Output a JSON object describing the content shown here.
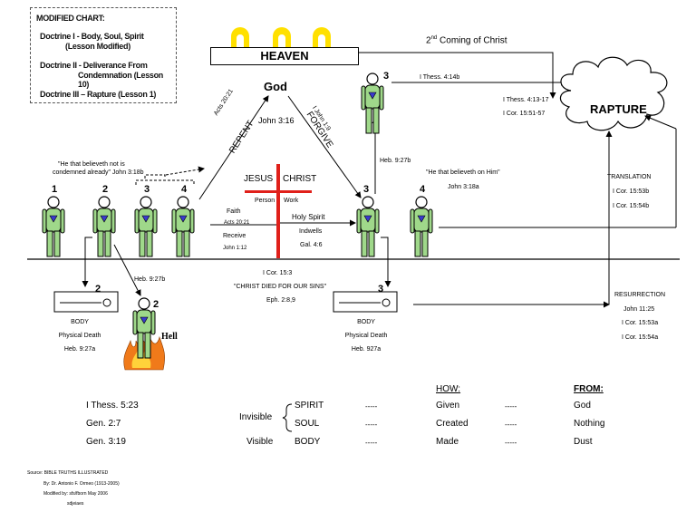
{
  "legend": {
    "title": "MODIFIED CHART:",
    "d1a": "Doctrine I - Body, Soul, Spirit",
    "d1b": "(Lesson Modified)",
    "d2a": "Doctrine II - Deliverance From",
    "d2b": "Condemnation (Lesson 10)",
    "d3": "Doctrine III – Rapture (Lesson 1)"
  },
  "heaven": "HEAVEN",
  "second_coming": "Coming of Christ",
  "second_coming_num": "2",
  "second_coming_sup": "nd",
  "rapture": "RAPTURE",
  "god": "God",
  "john316": "John 3:16",
  "acts2021_top": "Acts 20:21",
  "repent": "REPENT",
  "ijohn19": "I John 1:9",
  "forgive": "FORGIVE",
  "ithess414b": "I Thess. 4:14b",
  "ithess41317": "I Thess. 4:13-17",
  "icor155157": "I Cor. 15:51-57",
  "heb927b_top": "Heb. 9:27b",
  "quote_left_1": "\"He that believeth not is",
  "quote_left_2": "condemned already\" John 3:18b",
  "quote_right": "\"He that believeth on Him\"",
  "john318a": "John 3:18a",
  "translation": "TRANSLATION",
  "icor1553b": "I Cor. 15:53b",
  "icor1554b": "I Cor. 15:54b",
  "jesus": "JESUS",
  "christ": "CHRIST",
  "person": "Person",
  "work": "Work",
  "faith": "Faith",
  "acts2021": "Acts 20:21",
  "receive": "Receive",
  "john112": "John 1:12",
  "holy_spirit": "Holy Spirit",
  "indwells": "Indwells",
  "gal46": "Gal. 4:6",
  "icor153": "I Cor. 15:3",
  "christ_died": "\"CHRIST DIED FOR OUR SINS\"",
  "eph289": "Eph. 2:8,9",
  "heb927b_mid": "Heb. 9:27b",
  "hell": "Hell",
  "body_left": {
    "title": "BODY",
    "line2": "Physical Death",
    "line3": "Heb. 9:27a"
  },
  "body_right": {
    "title": "BODY",
    "line2": "Physical Death",
    "line3": "Heb. 927a"
  },
  "resurrection": "RESURRECTION",
  "john1125": "John 11:25",
  "icor1553a": "I Cor. 15:53a",
  "icor1554a": "I Cor. 15:54a",
  "numbers": {
    "n1": "1",
    "n2": "2",
    "n3": "3",
    "n4": "4"
  },
  "table": {
    "refs": [
      "I Thess. 5:23",
      "Gen. 2:7",
      "Gen. 3:19"
    ],
    "invisible": "Invisible",
    "visible": "Visible",
    "parts": [
      "SPIRIT",
      "SOUL",
      "BODY"
    ],
    "dashes": "-----",
    "how_header": "HOW:",
    "how": [
      "Given",
      "Created",
      "Made"
    ],
    "dashes2": "-----",
    "from_header": "FROM:",
    "from": [
      "God",
      "Nothing",
      "Dust"
    ]
  },
  "source": {
    "l1": "Source:  BIBLE TRUTHS ILLUSTRATED",
    "l2": "By:  Dr. Antonio F. Ormeo (1913-2005)",
    "l3": "Modified by:  sfs/fborn   May  2006",
    "l4": "sdjeiaes"
  },
  "colors": {
    "person": "#9fd88a",
    "cross": "#e0201a",
    "heaven_arch": "#ffe000",
    "fire": "#f07a1a"
  }
}
